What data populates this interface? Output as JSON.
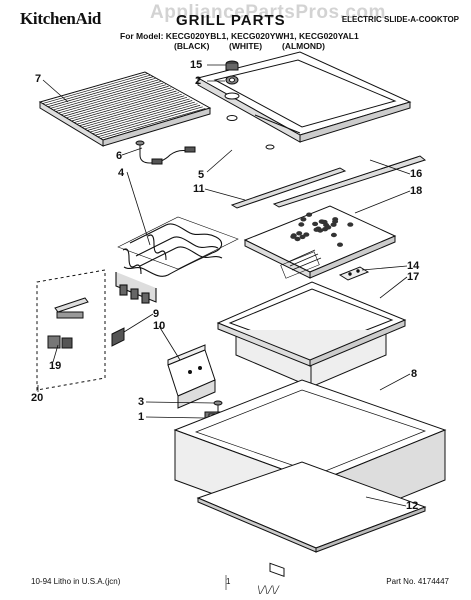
{
  "header": {
    "brand": "KitchenAid",
    "watermark": "AppliancePartsPros.com",
    "title": "GRILL PARTS",
    "category": "ELECTRIC SLIDE-A-COOKTOP",
    "models_line": "For Model: KECG020YBL1, KECG020YWH1, KECG020YAL1",
    "colors": [
      "(BLACK)",
      "(WHITE)",
      "(ALMOND)"
    ]
  },
  "callouts": [
    "7",
    "15",
    "2",
    "5",
    "6",
    "4",
    "11",
    "16",
    "18",
    "14",
    "17",
    "9",
    "10",
    "19",
    "20",
    "8",
    "3",
    "1",
    "12"
  ],
  "footer": {
    "left": "10-94 Litho in U.S.A.(jcn)",
    "page": "1",
    "right": "Part No. 4174447",
    "signature": "\\/\\/\\/"
  }
}
